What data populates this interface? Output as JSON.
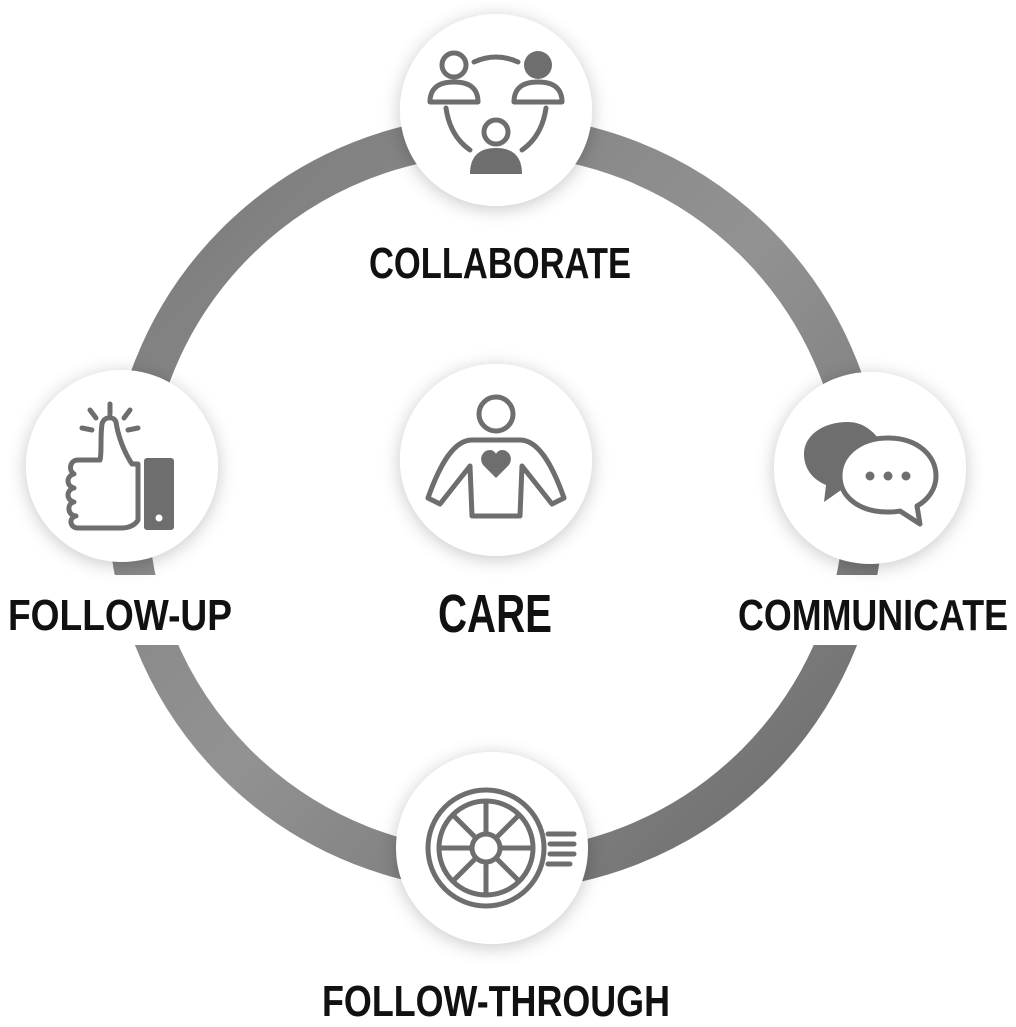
{
  "diagram": {
    "center": {
      "label": "CARE",
      "icon": "person-heart-icon"
    },
    "nodes": [
      {
        "id": "collaborate",
        "label": "COLLABORATE",
        "icon": "team-collaboration-icon"
      },
      {
        "id": "communicate",
        "label": "COMMUNICATE",
        "icon": "speech-bubbles-icon"
      },
      {
        "id": "follow-through",
        "label": "FOLLOW-THROUGH",
        "icon": "spinning-wheel-icon"
      },
      {
        "id": "follow-up",
        "label": "FOLLOW-UP",
        "icon": "thumbs-up-icon"
      }
    ],
    "colors": {
      "ring": "#8a8a8a",
      "ring_dark": "#6f6f6f",
      "icon": "#6e6e6e",
      "label": "#111111",
      "circle": "#ffffff"
    }
  }
}
